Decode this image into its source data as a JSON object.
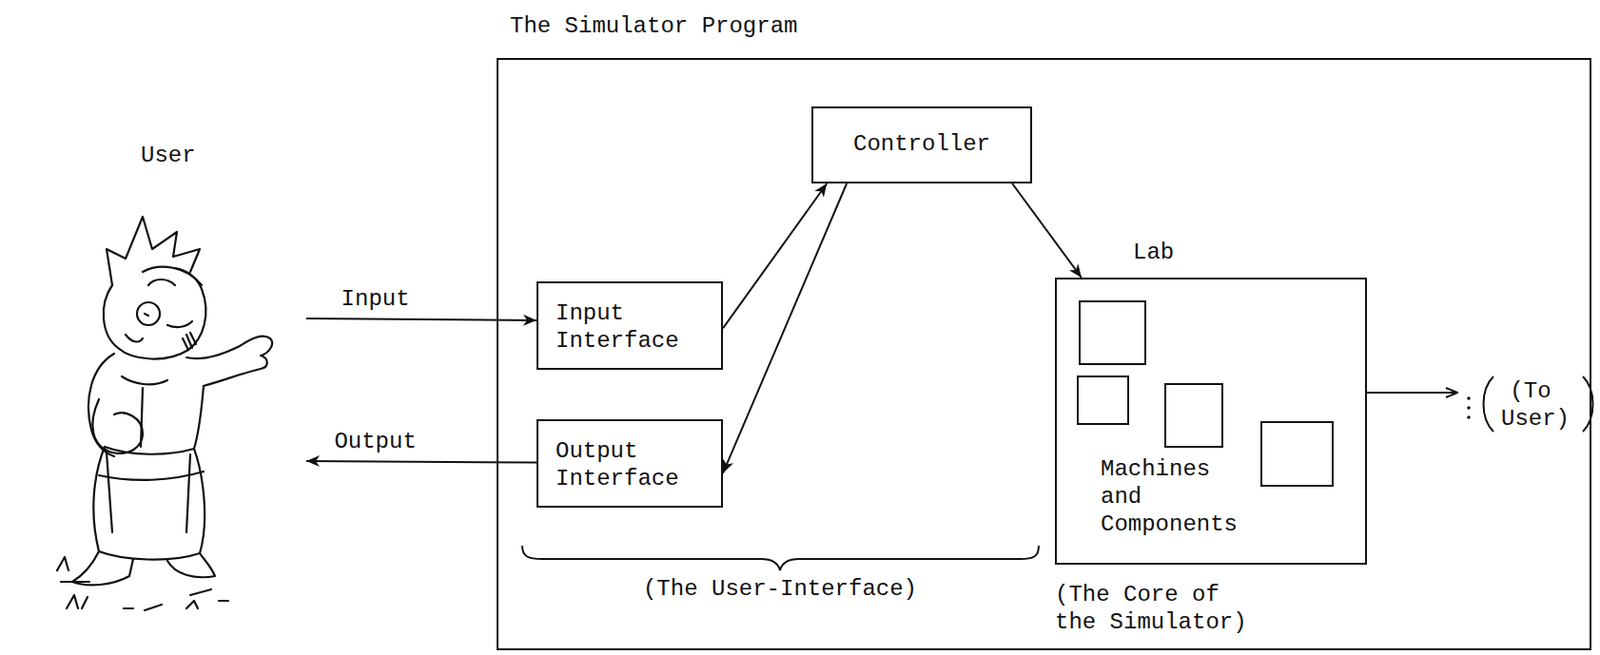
{
  "diagram": {
    "nodes": [
      {
        "text": [
          "User"
        ]
      },
      {
        "text": [
          "The Simulator Program"
        ]
      },
      {
        "text": [
          "Controller"
        ],
        "in": 1
      },
      {
        "text": [
          "Input Interface"
        ],
        "in": 1
      },
      {
        "text": [
          "Output Interface"
        ],
        "in": 1
      },
      {
        "text": [
          "Lab",
          "Machines and Components"
        ],
        "in": 1
      }
    ],
    "edges": [
      {
        "from": 0,
        "to": 3,
        "label": "Input",
        "arrow": "to"
      },
      {
        "from": 4,
        "to": 0,
        "label": "Output",
        "arrow": "to"
      },
      {
        "from": 3,
        "to": 2,
        "arrow": "to"
      },
      {
        "from": 2,
        "to": 4,
        "arrow": "to"
      },
      {
        "from": 2,
        "to": 5,
        "arrow": "to"
      }
    ],
    "labels": [
      "(The User-Interface)",
      "(The Core of the Simulator)",
      "(To User)"
    ]
  }
}
